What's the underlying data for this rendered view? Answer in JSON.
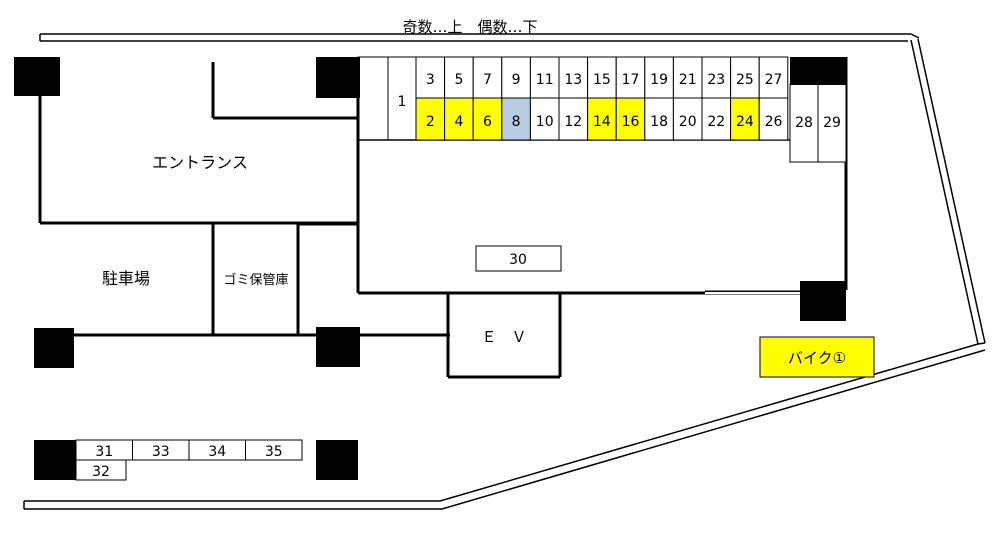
{
  "header": {
    "note": "奇数…上　偶数…下"
  },
  "rooms": {
    "entrance": "エントランス",
    "parking": "駐車場",
    "garbage": "ゴミ保管庫",
    "elevator": "Ｅ　Ｖ"
  },
  "slots": {
    "s1": "1",
    "top_row": [
      "3",
      "5",
      "7",
      "9",
      "11",
      "13",
      "15",
      "17",
      "19",
      "21",
      "23",
      "25",
      "27"
    ],
    "bottom_row": [
      "2",
      "4",
      "6",
      "8",
      "10",
      "12",
      "14",
      "16",
      "18",
      "20",
      "22",
      "24",
      "26"
    ],
    "bottom_row_fill": [
      "yellow",
      "yellow",
      "yellow",
      "blue",
      "",
      "",
      "yellow",
      "yellow",
      "",
      "",
      "",
      "yellow",
      ""
    ],
    "s28": "28",
    "s29": "29",
    "s30": "30",
    "lower_top": [
      "31",
      "33",
      "34",
      "35"
    ],
    "lower_bottom": [
      "32"
    ]
  },
  "bike": {
    "label": "バイク①"
  },
  "colors": {
    "highlight_yellow": "#ffff00",
    "highlight_blue": "#b8cce4",
    "pillar": "#000000"
  }
}
